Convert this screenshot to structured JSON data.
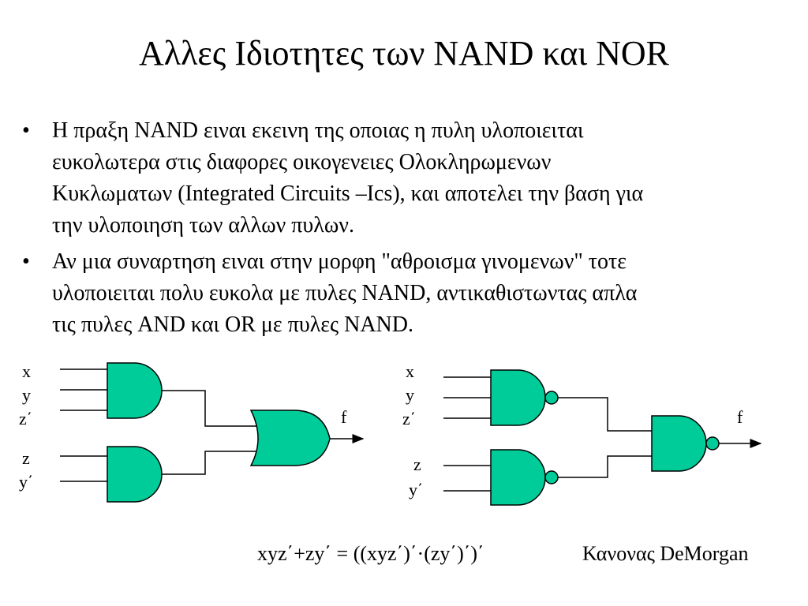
{
  "slide": {
    "title": "Αλλες Ιδιοτητες των NAND και NOR",
    "bullets": [
      {
        "marker": "•",
        "lines": [
          "Η πραξη NAND ειναι εκεινη της οποιας η πυλη υλοποιειται",
          "ευκολωτερα στις διαφορες οικογενειες Ολοκληρωμενων",
          "Κυκλωματων (Integrated Circuits –Ics), και αποτελει την βαση για",
          "την υλοποιηση των αλλων πυλων."
        ]
      },
      {
        "marker": "•",
        "lines": [
          "Αν μια συναρτηση ειναι στην μορφη \"αθροισμα γινομενων\" τοτε",
          "υλοποιειται πολυ ευκολα με πυλες NAND, αντικαθιστωντας απλα",
          "τις πυλες AND και OR με πυλες NAND."
        ]
      }
    ],
    "left_circuit": {
      "inputs": [
        "x",
        "y",
        "z΄",
        "z",
        "y΄"
      ],
      "output": "f",
      "gates": [
        "AND",
        "AND",
        "OR"
      ]
    },
    "right_circuit": {
      "inputs": [
        "x",
        "y",
        "z΄",
        "z",
        "y΄"
      ],
      "output": "f",
      "gates": [
        "NAND",
        "NAND",
        "NAND"
      ]
    },
    "formula": "xyz΄+zy΄ = ((xyz΄)΄·(zy΄)΄)΄",
    "rule": "Κανονας DeMorgan",
    "gate_color": "#00CC99"
  }
}
